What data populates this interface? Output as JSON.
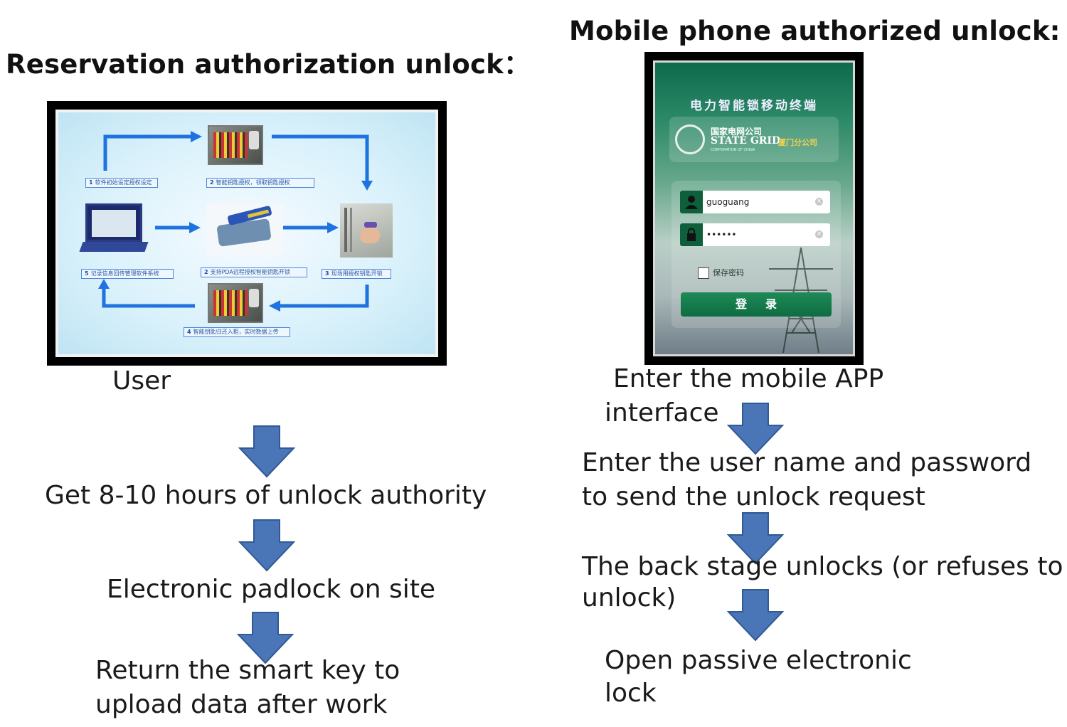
{
  "left": {
    "heading": "Reservation authorization unlock：",
    "user_label": "User",
    "diagram": {
      "labels": [
        {
          "num": "1",
          "text": "软件初始设定授权设定"
        },
        {
          "num": "2",
          "text": "智能钥匙授权，领取钥匙授权"
        },
        {
          "num": "5",
          "text": "记录信息回传管理软件系统"
        },
        {
          "num": "2",
          "text": "支持PDA远程授权智能钥匙开锁"
        },
        {
          "num": "3",
          "text": "现场用授权钥匙开锁"
        },
        {
          "num": "4",
          "text": "智能钥匙归还入柜，实时数据上传"
        }
      ]
    },
    "steps": [
      "Get 8-10 hours of unlock authority",
      "Electronic padlock on site",
      "Return the smart key to",
      "upload data after work"
    ]
  },
  "right": {
    "heading": "Mobile phone authorized unlock:",
    "phone": {
      "app_title": "电力智能锁移动终端",
      "company_cn": "国家电网公司",
      "company_en": "STATE GRID",
      "company_sub": "CORPORATION OF CHINA",
      "branch": "厦门分公司",
      "username": "guoguang",
      "password": "••••••",
      "remember": "保存密码",
      "login": "登录"
    },
    "steps": [
      "Enter the mobile APP",
      "interface",
      "Enter the user name and password",
      "to send the unlock request",
      "The back stage unlocks (or refuses to",
      "unlock)",
      "Open passive electronic",
      "lock"
    ]
  },
  "colors": {
    "arrow_fill": "#4a76b8",
    "arrow_stroke": "#2f5a95",
    "diagram_arrow": "#1f73e0",
    "app_green": "#0e6a4c"
  }
}
